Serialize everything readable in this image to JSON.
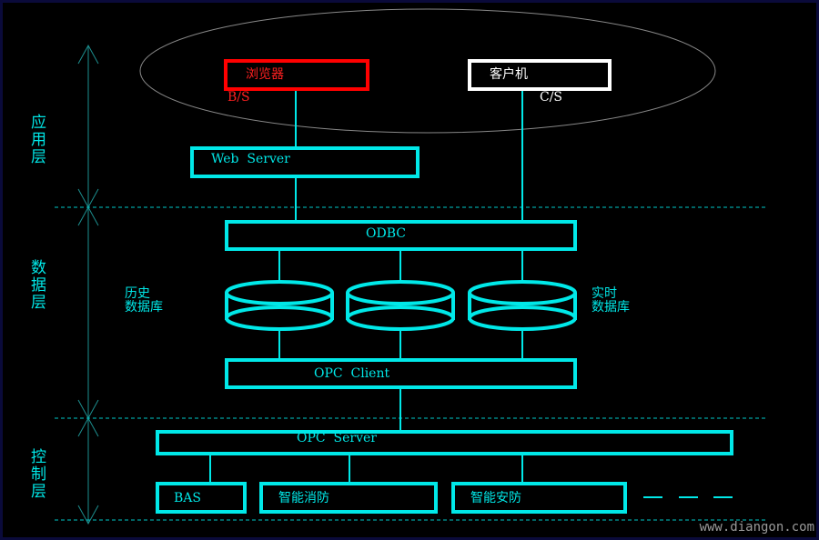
{
  "layers": {
    "application": "应用层",
    "data": "数据层",
    "control": "控制层"
  },
  "client_tier": {
    "browser": "浏览器",
    "browser_mode": "B/S",
    "client": "客户机",
    "client_mode": "C/S"
  },
  "boxes": {
    "web_server": "Web  Server",
    "odbc": "ODBC",
    "opc_client": "OPC  Client",
    "opc_server": "OPC  Server"
  },
  "databases": {
    "history": [
      "历史",
      "数据库"
    ],
    "realtime": [
      "实时",
      "数据库"
    ]
  },
  "devices": [
    "BAS",
    "智能消防",
    "智能安防"
  ],
  "watermark": "www.diangon.com",
  "colors": {
    "accent": "#00e8e8",
    "browser": "#ff0000",
    "client": "#ffffff"
  }
}
